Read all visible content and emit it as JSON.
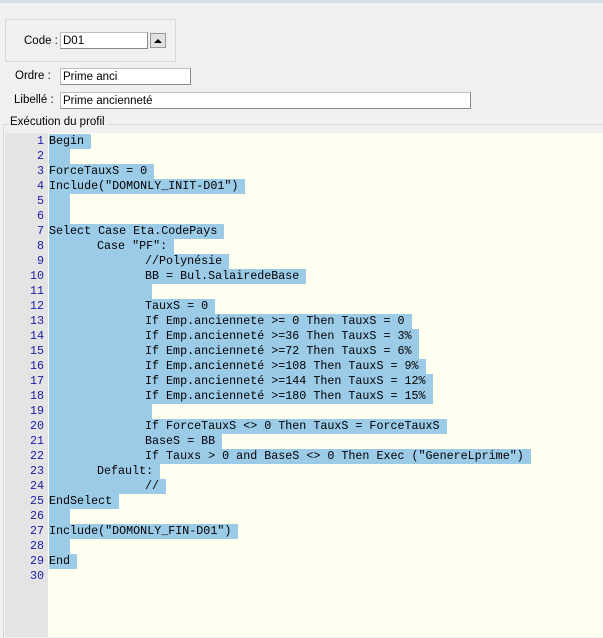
{
  "form": {
    "code_label": "Code :",
    "code_value": "D01",
    "ordre_label": "Ordre :",
    "ordre_value": "Prime anci",
    "libelle_label": "Libellé :",
    "libelle_value": "Prime ancienneté",
    "group_title": "Exécution du profil"
  },
  "editor": {
    "lines": [
      "Begin",
      "",
      "ForceTauxS = 0",
      "Include(\"DOMONLY_INIT-D01\")",
      "",
      "",
      "Select Case Eta.CodePays",
      "\tCase \"PF\":",
      "\t\t//Polynésie",
      "\t\tBB = Bul.SalairedeBase",
      "\t\t",
      "\t\tTauxS = 0",
      "\t\tIf Emp.anciennete >= 0 Then TauxS = 0",
      "\t\tIf Emp.ancienneté >=36 Then TauxS = 3%",
      "\t\tIf Emp.ancienneté >=72 Then TauxS = 6%",
      "\t\tIf Emp.ancienneté >=108 Then TauxS = 9%",
      "\t\tIf Emp.ancienneté >=144 Then TauxS = 12%",
      "\t\tIf Emp.ancienneté >=180 Then TauxS = 15%",
      "\t\t",
      "\t\tIf ForceTauxS <> 0 Then TauxS = ForceTauxS",
      "\t\tBaseS = BB",
      "\t\tIf Tauxs > 0 and BaseS <> 0 Then Exec (\"GenereLprime\")",
      "\tDefault:",
      "\t\t//",
      "EndSelect",
      "",
      "Include(\"DOMONLY_FIN-D01\")",
      "",
      "End",
      ""
    ],
    "selected_lines": 29
  }
}
